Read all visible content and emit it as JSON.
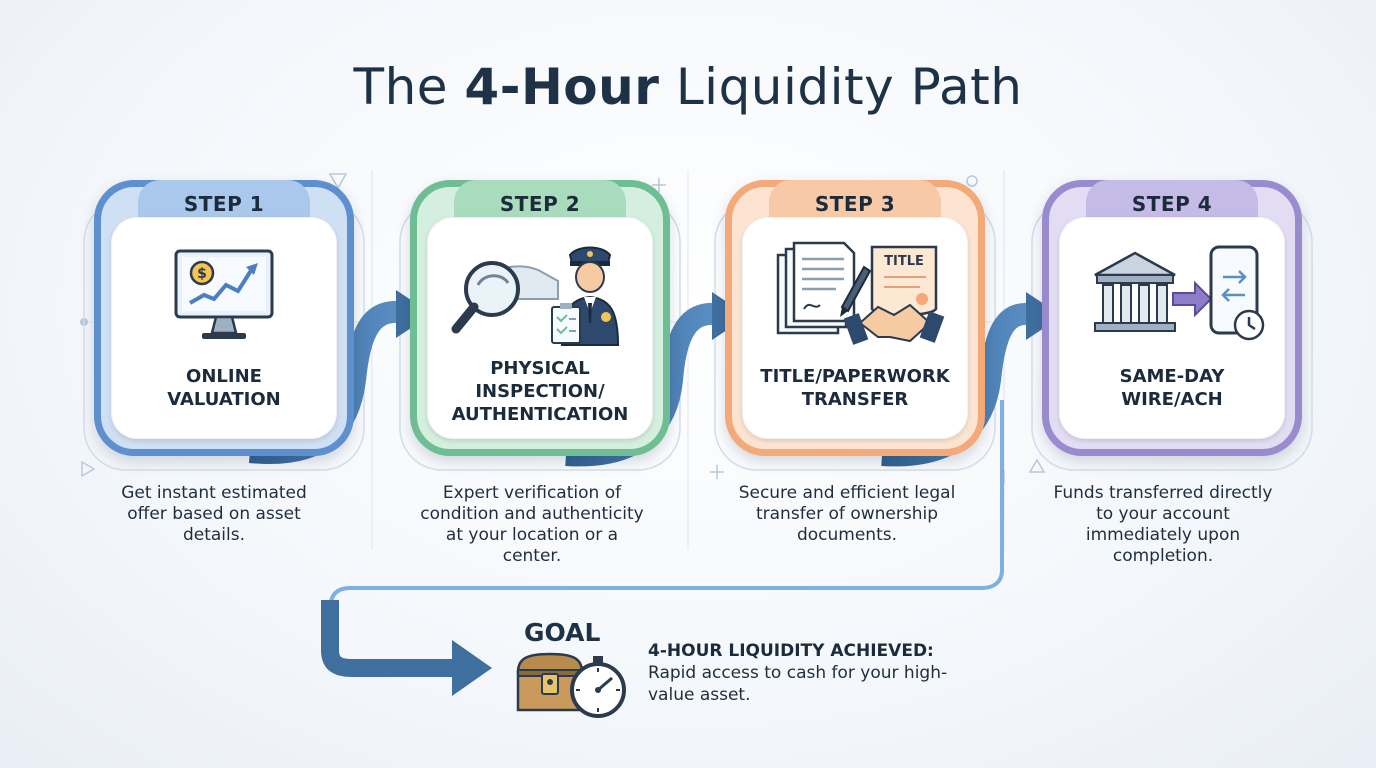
{
  "title": {
    "prefix": "The ",
    "emphasis": "4-Hour",
    "suffix": " Liquidity Path"
  },
  "steps": [
    {
      "tab": "STEP 1",
      "label": "ONLINE\nVALUATION",
      "desc": "Get instant estimated offer based on asset details.",
      "icon": "computer-chart-icon",
      "color": "#5e8fce"
    },
    {
      "tab": "STEP 2",
      "label": "PHYSICAL\nINSPECTION/\nAUTHENTICATION",
      "desc": "Expert verification of condition and authenticity at your location or a center.",
      "icon": "magnifier-inspector-icon",
      "color": "#6fbe93"
    },
    {
      "tab": "STEP 3",
      "label": "TITLE/PAPERWORK\nTRANSFER",
      "desc": "Secure and efficient legal transfer of ownership documents.",
      "icon": "documents-handshake-icon",
      "color": "#f4a978"
    },
    {
      "tab": "STEP 4",
      "label": "SAME-DAY\nWIRE/ACH",
      "desc": "Funds transferred directly to your account immediately upon completion.",
      "icon": "bank-phone-transfer-icon",
      "color": "#9a8bcf"
    }
  ],
  "icon_text": {
    "title_doc": "TITLE"
  },
  "goal": {
    "title": "GOAL",
    "heading": "4-HOUR LIQUIDITY ACHIEVED:",
    "text": "Rapid access to cash for your high-value asset.",
    "icon": "treasure-chest-stopwatch-icon"
  },
  "colors": {
    "title": "#1e3247",
    "flow_arrow": "#3f6f9f",
    "flow_arrow_light": "#7fb0e0"
  }
}
